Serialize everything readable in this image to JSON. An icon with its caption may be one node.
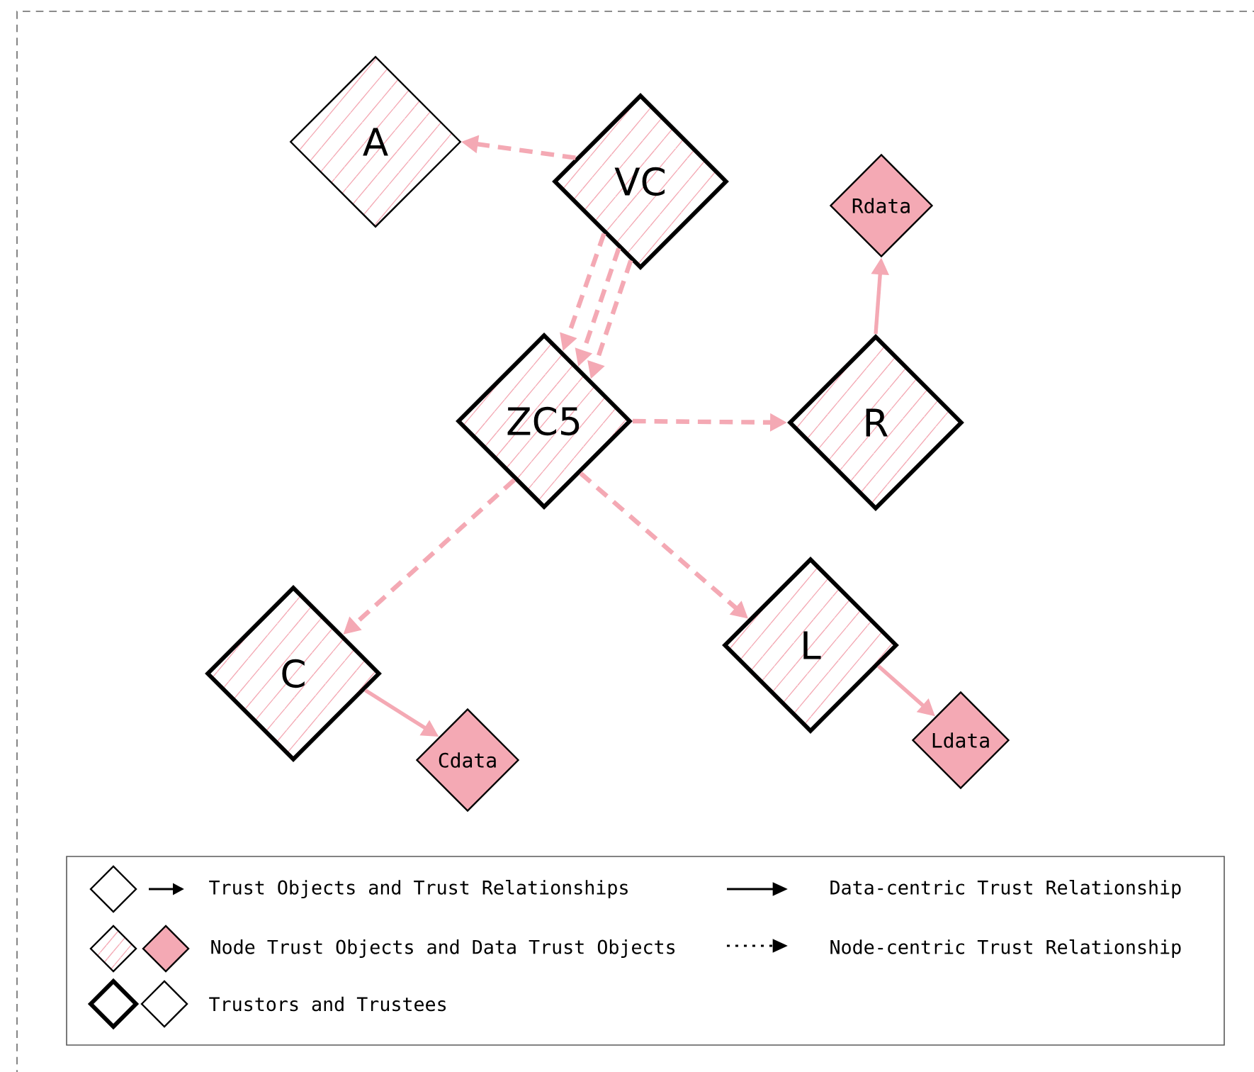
{
  "diagram": {
    "nodes": [
      {
        "text": [
          "A"
        ]
      },
      {
        "text": [
          "VC"
        ]
      },
      {
        "text": [
          "Rdata"
        ]
      },
      {
        "text": [
          "ZC5"
        ]
      },
      {
        "text": [
          "R"
        ]
      },
      {
        "text": [
          "L"
        ]
      },
      {
        "text": [
          "C"
        ]
      },
      {
        "text": [
          "Cdata"
        ]
      },
      {
        "text": [
          "Ldata"
        ]
      }
    ],
    "edges": [
      {
        "from": 1,
        "to": 0,
        "arrow": "to",
        "style": "dashed"
      },
      {
        "from": 1,
        "to": 3,
        "arrow": "to",
        "style": "dashed"
      },
      {
        "from": 1,
        "to": 3,
        "arrow": "to",
        "style": "dashed"
      },
      {
        "from": 1,
        "to": 3,
        "arrow": "to",
        "style": "dashed"
      },
      {
        "from": 3,
        "to": 4,
        "arrow": "to",
        "style": "dashed"
      },
      {
        "from": 4,
        "to": 2,
        "arrow": "to"
      },
      {
        "from": 3,
        "to": 6,
        "arrow": "to",
        "style": "dashed"
      },
      {
        "from": 3,
        "to": 5,
        "arrow": "to",
        "style": "dashed"
      },
      {
        "from": 6,
        "to": 7,
        "arrow": "to"
      },
      {
        "from": 5,
        "to": 8,
        "arrow": "to"
      }
    ],
    "legend": [
      {
        "text": "Trust Objects and Trust Relationships"
      },
      {
        "text": "Data-centric Trust Relationship"
      },
      {
        "text": "Node Trust Objects and Data Trust Objects"
      },
      {
        "text": "Node-centric Trust Relationship"
      },
      {
        "text": "Trustors and Trustees"
      }
    ]
  }
}
